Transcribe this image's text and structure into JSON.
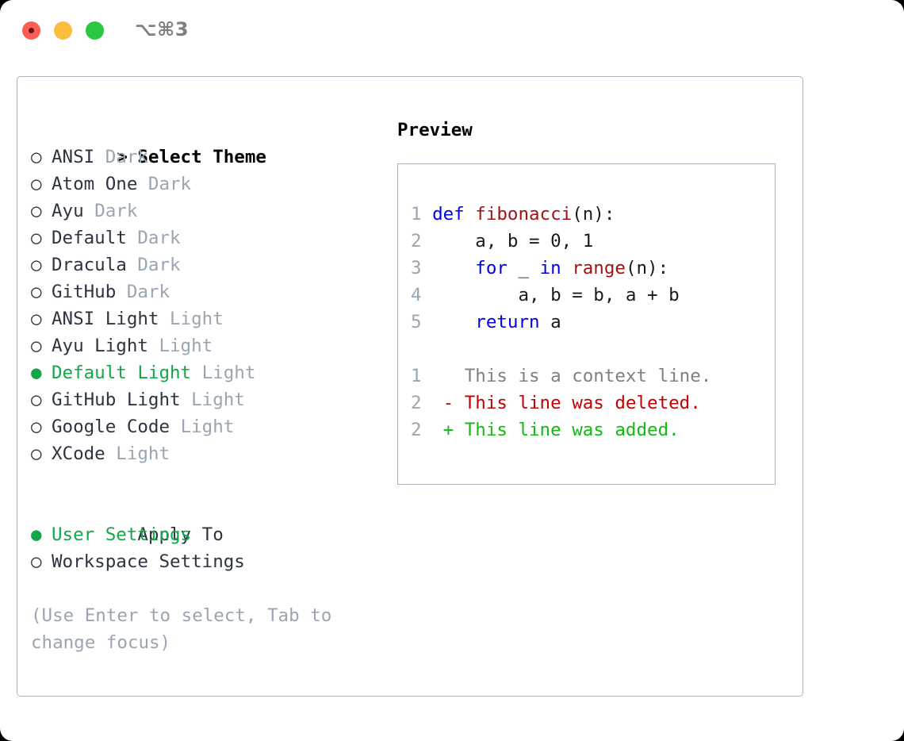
{
  "window": {
    "title": "⌥⌘3",
    "traffic_lights": [
      "close-red",
      "minimize-yellow",
      "zoom-green"
    ]
  },
  "colors": {
    "selected_green": "#12a747",
    "muted_gray": "#9aa5b1",
    "text": "#2d3340",
    "border": "#a8b2bf",
    "keyword_blue": "#0000e6",
    "function_red": "#9e1313",
    "diff_delete": "#c40000",
    "diff_add": "#12bb12"
  },
  "theme_picker": {
    "heading_marker": ">",
    "heading": "Select Theme",
    "marker_selected": "●",
    "marker_unselected": "○",
    "items": [
      {
        "name": "ANSI",
        "tag": "Dark",
        "selected": false
      },
      {
        "name": "Atom One",
        "tag": "Dark",
        "selected": false
      },
      {
        "name": "Ayu",
        "tag": "Dark",
        "selected": false
      },
      {
        "name": "Default",
        "tag": "Dark",
        "selected": false
      },
      {
        "name": "Dracula",
        "tag": "Dark",
        "selected": false
      },
      {
        "name": "GitHub",
        "tag": "Dark",
        "selected": false
      },
      {
        "name": "ANSI Light",
        "tag": "Light",
        "selected": false
      },
      {
        "name": "Ayu Light",
        "tag": "Light",
        "selected": false
      },
      {
        "name": "Default Light",
        "tag": "Light",
        "selected": true
      },
      {
        "name": "GitHub Light",
        "tag": "Light",
        "selected": false
      },
      {
        "name": "Google Code",
        "tag": "Light",
        "selected": false
      },
      {
        "name": "XCode",
        "tag": "Light",
        "selected": false
      }
    ]
  },
  "apply_to": {
    "heading": "Apply To",
    "items": [
      {
        "name": "User Settings",
        "selected": true
      },
      {
        "name": "Workspace Settings",
        "selected": false
      }
    ]
  },
  "hint": "(Use Enter to select, Tab to change focus)",
  "preview": {
    "title": "Preview",
    "code_lines": [
      {
        "no": "1",
        "tokens": [
          {
            "t": "def ",
            "c": "kw"
          },
          {
            "t": "fibonacci",
            "c": "fn"
          },
          {
            "t": "(n):",
            "c": "pl"
          }
        ]
      },
      {
        "no": "2",
        "tokens": [
          {
            "t": "    a, b = 0, 1",
            "c": "pl"
          }
        ]
      },
      {
        "no": "3",
        "tokens": [
          {
            "t": "    ",
            "c": "pl"
          },
          {
            "t": "for",
            "c": "kw"
          },
          {
            "t": " _ ",
            "c": "pl"
          },
          {
            "t": "in",
            "c": "kw"
          },
          {
            "t": " ",
            "c": "pl"
          },
          {
            "t": "range",
            "c": "fn"
          },
          {
            "t": "(n):",
            "c": "pl"
          }
        ]
      },
      {
        "no": "4",
        "tokens": [
          {
            "t": "        a, b = b, a + b",
            "c": "pl"
          }
        ]
      },
      {
        "no": "5",
        "tokens": [
          {
            "t": "    ",
            "c": "pl"
          },
          {
            "t": "return",
            "c": "kw"
          },
          {
            "t": " a",
            "c": "pl"
          }
        ]
      }
    ],
    "diff_lines": [
      {
        "no": "1",
        "sign": " ",
        "text": "This is a context line.",
        "c": "ctx"
      },
      {
        "no": "2",
        "sign": "-",
        "text": "This line was deleted.",
        "c": "del"
      },
      {
        "no": "2",
        "sign": "+",
        "text": "This line was added.",
        "c": "add"
      }
    ]
  }
}
